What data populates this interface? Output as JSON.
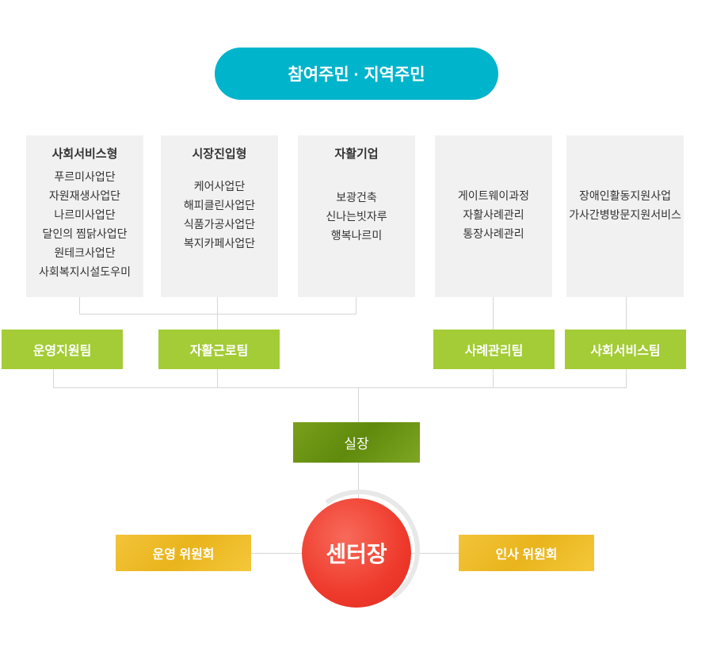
{
  "top": {
    "label": "참여주민 · 지역주민"
  },
  "groups": [
    {
      "title": "사회서비스형",
      "items": [
        "푸르미사업단",
        "자원재생사업단",
        "나르미사업단",
        "달인의 찜닭사업단",
        "원테크사업단",
        "사회복지시설도우미"
      ]
    },
    {
      "title": "시장진입형",
      "items": [
        "케어사업단",
        "해피클린사업단",
        "식품가공사업단",
        "복지카페사업단"
      ]
    },
    {
      "title": "자활기업",
      "items": [
        "보광건축",
        "신나는빗자루",
        "행복나르미"
      ]
    },
    {
      "title": "",
      "items": [
        "게이트웨이과정",
        "자활사례관리",
        "통장사례관리"
      ]
    },
    {
      "title": "",
      "items": [
        "장애인활동지원사업",
        "가사간병방문지원서비스"
      ]
    }
  ],
  "teams": [
    "운영지원팀",
    "자활근로팀",
    "사례관리팀",
    "사회서비스팀"
  ],
  "chief": "실장",
  "director": "센터장",
  "committees": [
    "운영 위원회",
    "인사 위원회"
  ],
  "colors": {
    "top": "#00b4cb",
    "team": "#a3cc36",
    "chief": "#6a9412",
    "committee": "#f0bd2c",
    "director": "#ee3a2c"
  }
}
